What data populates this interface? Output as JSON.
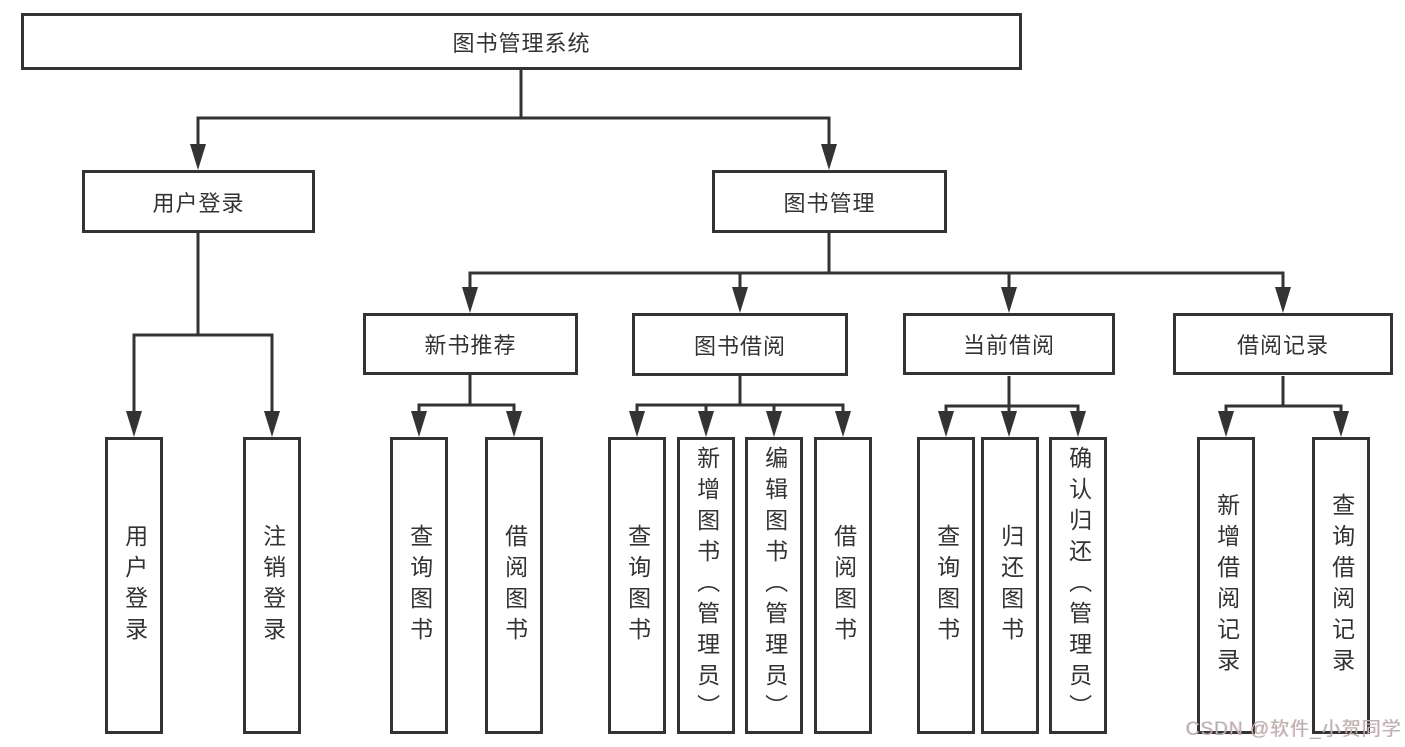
{
  "tree": {
    "label": "图书管理系统",
    "children": [
      {
        "label": "用户登录",
        "children": [
          {
            "label": "用户登录"
          },
          {
            "label": "注销登录"
          }
        ]
      },
      {
        "label": "图书管理",
        "children": [
          {
            "label": "新书推荐",
            "children": [
              {
                "label": "查询图书"
              },
              {
                "label": "借阅图书"
              }
            ]
          },
          {
            "label": "图书借阅",
            "children": [
              {
                "label": "查询图书"
              },
              {
                "label": "新增图书（管理员）"
              },
              {
                "label": "编辑图书（管理员）"
              },
              {
                "label": "借阅图书"
              }
            ]
          },
          {
            "label": "当前借阅",
            "children": [
              {
                "label": "查询图书"
              },
              {
                "label": "归还图书"
              },
              {
                "label": "确认归还（管理员）"
              }
            ]
          },
          {
            "label": "借阅记录",
            "children": [
              {
                "label": "新增借阅记录"
              },
              {
                "label": "查询借阅记录"
              }
            ]
          }
        ]
      }
    ]
  },
  "watermark": {
    "text": "CSDN @软件_小贺同学"
  },
  "colors": {
    "line": "#333333",
    "box_border": "#333333",
    "text": "#333333",
    "watermark": "#b9b2b4",
    "background": "#ffffff"
  }
}
